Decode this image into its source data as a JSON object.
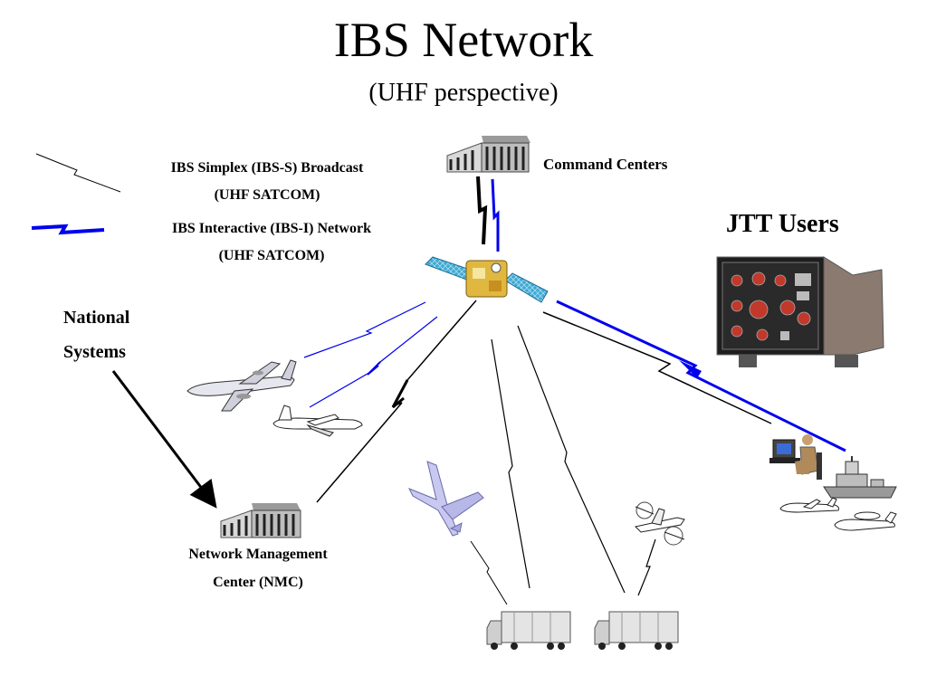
{
  "title": "IBS Network",
  "subtitle": "(UHF perspective)",
  "legend": {
    "simplex_line1": "IBS Simplex (IBS-S) Broadcast",
    "simplex_line2": "(UHF SATCOM)",
    "interactive_line1": "IBS Interactive (IBS-I) Network",
    "interactive_line2": "(UHF SATCOM)"
  },
  "labels": {
    "command_centers": "Command Centers",
    "jtt_users": "JTT Users",
    "national_line1": "National",
    "national_line2": "Systems",
    "nmc_line1": "Network Management",
    "nmc_line2": "Center (NMC)"
  },
  "colors": {
    "simplex_link": "#000000",
    "interactive_link": "#0000ee",
    "aircraft_fill": "#c8c8f0",
    "solar_panel": "#3fa9d4"
  },
  "icons": [
    "building-icon",
    "satellite-icon",
    "aircraft-icon",
    "truck-icon",
    "jtt-terminal-icon",
    "ship-icon",
    "operator-icon"
  ]
}
